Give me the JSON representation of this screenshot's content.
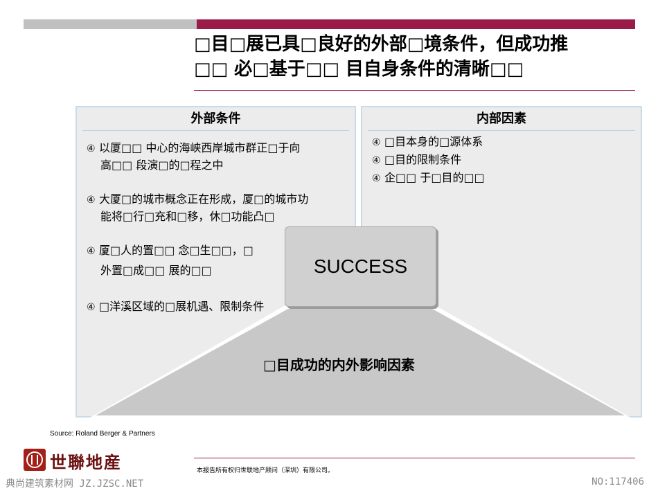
{
  "title": {
    "line1": "□目□展已具□良好的外部□境条件，但成功推",
    "line2": "□□ 必□基于□□ 目自身条件的清晰□□"
  },
  "left_panel": {
    "heading": "外部条件",
    "bullet": "④",
    "items": [
      {
        "line1": "以厦□□ 中心的海峡西岸城市群正□于向",
        "line2": "高□□ 段演□的□程之中"
      },
      {
        "line1": "大厦□的城市概念正在形成，厦□的城市功",
        "line2": "能将□行□充和□移，休□功能凸□"
      },
      {
        "line1": "厦□人的置□□ 念□生□□，□",
        "line2": "外置□成□□ 展的□□"
      },
      {
        "line1": "□洋溪区域的□展机遇、限制条件",
        "line2": ""
      }
    ]
  },
  "right_panel": {
    "heading": "内部因素",
    "bullet": "④",
    "items": [
      "□目本身的□源体系",
      "□目的限制条件",
      "企□□ 于□目的□□"
    ]
  },
  "center": {
    "success": "SUCCESS",
    "triangle_label": "□目成功的内外影响因素"
  },
  "footer": {
    "source": "Source: Roland Berger & Partners",
    "logo_text": "世聯地産",
    "copyright": "本报告所有权归世联地产顾问（深圳）有限公司。",
    "watermark_left": "典尚建筑素材网 JZ.JZSC.NET",
    "watermark_right": "NO:117406"
  },
  "colors": {
    "accent": "#9b1b48",
    "panel_bg": "#ececec",
    "panel_border": "#c9dcea",
    "success_bg": "#d0d0d0",
    "triangle": "#c8c8c8"
  }
}
